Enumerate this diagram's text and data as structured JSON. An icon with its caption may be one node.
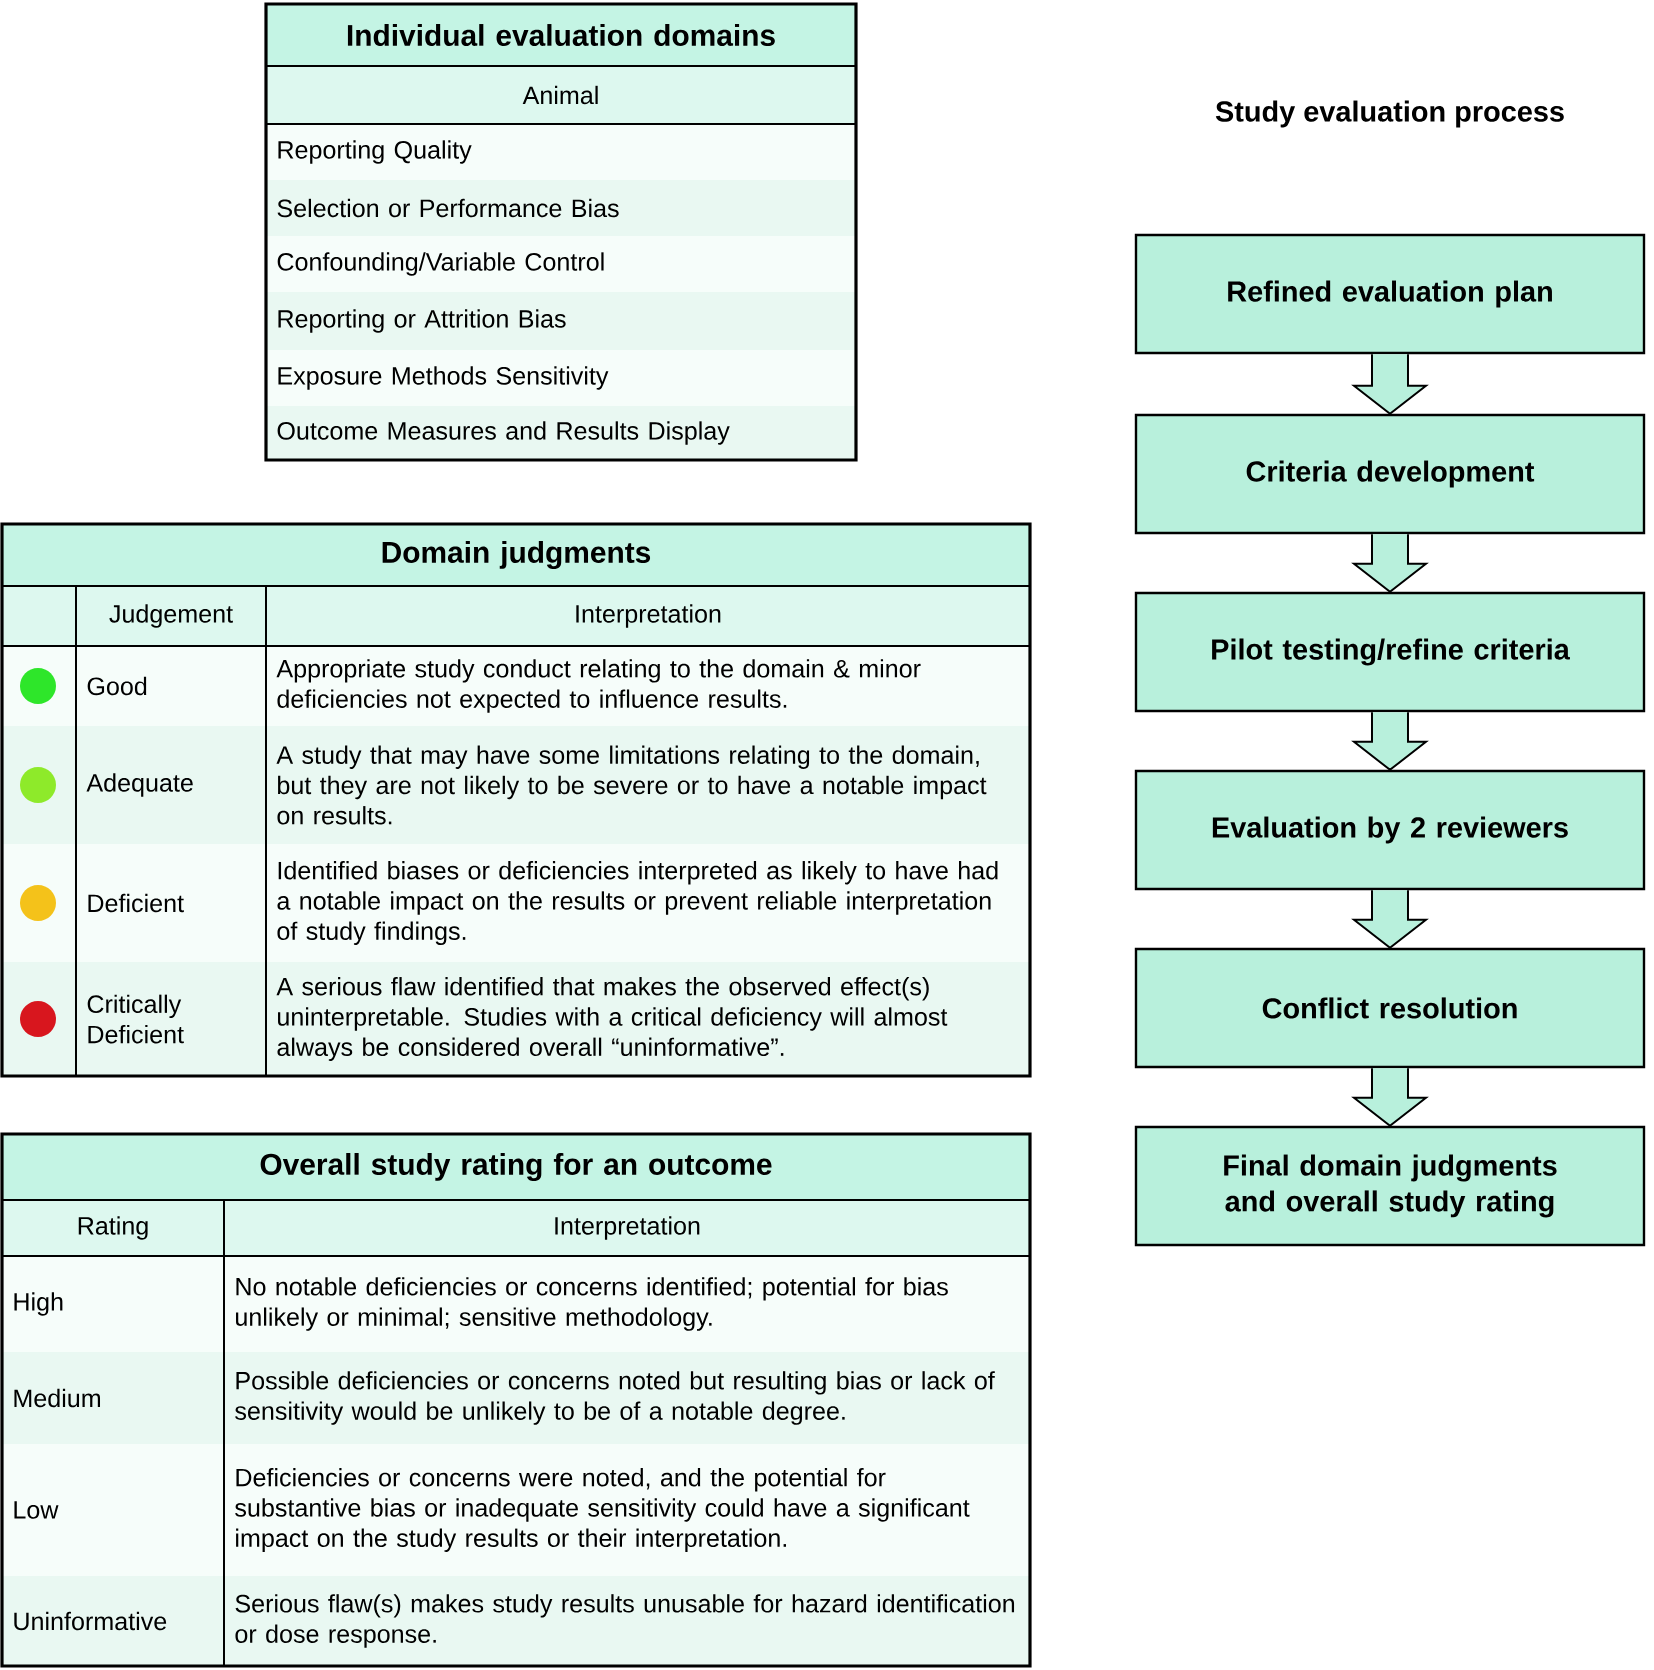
{
  "diagram": {
    "title": "Study evaluation process",
    "nodes": [
      {
        "text": [
          "Refined evaluation plan"
        ]
      },
      {
        "text": [
          "Criteria development"
        ]
      },
      {
        "text": [
          "Pilot testing/refine criteria"
        ]
      },
      {
        "text": [
          "Evaluation by 2 reviewers"
        ]
      },
      {
        "text": [
          "Conflict resolution"
        ]
      },
      {
        "text": [
          "Final domain judgments and overall study rating"
        ]
      }
    ],
    "edges": [
      {
        "from": 0,
        "to": 1,
        "arrow": "to"
      },
      {
        "from": 1,
        "to": 2,
        "arrow": "to"
      },
      {
        "from": 2,
        "to": 3,
        "arrow": "to"
      },
      {
        "from": 3,
        "to": 4,
        "arrow": "to"
      },
      {
        "from": 4,
        "to": 5,
        "arrow": "to"
      }
    ],
    "labels": [
      "Individual evaluation domains",
      "Animal",
      "Reporting Quality",
      "Selection or Performance Bias",
      "Confounding/Variable Control",
      "Reporting or Attrition Bias",
      "Exposure Methods Sensitivity",
      "Outcome Measures and Results Display",
      "Domain judgments",
      "Judgement",
      "Interpretation",
      "Good",
      "Appropriate study conduct relating to the domain & minor deficiencies not expected to influence results.",
      "Adequate",
      "A study that may have some limitations relating to the domain, but they are not likely to be severe or to have a notable impact on results.",
      "Deficient",
      "Identified biases or deficiencies interpreted as likely to have had a notable impact on the results or prevent reliable interpretation of study findings.",
      "Critically Deficient",
      "A serious flaw identified that makes the observed effect(s) uninterpretable. Studies with a critical deficiency will almost always be considered overall “uninformative”.",
      "Overall study rating for an outcome",
      "Rating",
      "Interpretation",
      "High",
      "No notable deficiencies or concerns identified; potential for bias unlikely or minimal; sensitive methodology.",
      "Medium",
      "Possible deficiencies or concerns noted but resulting bias or lack of sensitivity would be unlikely to be of a notable degree.",
      "Low",
      "Deficiencies or concerns were noted, and the potential for substantive bias or inadequate sensitivity could have a significant impact on the study results or their interpretation.",
      "Uninformative",
      "Serious flaw(s) makes study results unusable for hazard identification or dose response."
    ]
  }
}
